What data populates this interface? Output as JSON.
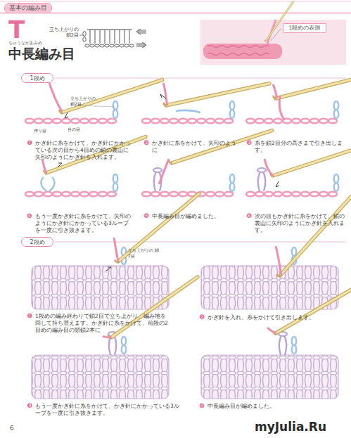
{
  "diagram": {
    "title": "中長編み目",
    "nodes": [
      {
        "text": [
          "基本の編み目"
        ]
      },
      {
        "text": [
          "1段めの表側"
        ]
      },
      {
        "text": [
          "1段め"
        ]
      },
      {
        "text": [
          "2段め"
        ]
      }
    ],
    "labels": [
      "T",
      "ちゅうながあみめ",
      "立ち上がりの 鎖2目",
      "立ち上がりの 鎖2目",
      "作り目",
      "台の目",
      "❶",
      "かぎ針に糸をかけて、かぎ針にかかっている次の目から4目めの鎖の裏山に矢印のようにかぎ針を入れます。",
      "❷",
      "かぎ針に糸をかけて、矢印のように",
      "❸",
      "糸を鎖2目分の高さまで引き出します。",
      "❹",
      "もう一度かぎ針に糸をかけて、矢印のようにかぎ針にかかっている3ループを一度に引き抜きます。",
      "❺",
      "中長編み目が編めました。",
      "❻",
      "次の目もかぎ針に糸をかけて、鎖の裏山に矢印のようにかぎ針を入れます。",
      "立ち上がりの 鎖2目",
      "❶",
      "1段めの編み終わりで鎖2目で立ち上がり、編み地を回して持ち替えます。かぎ針に糸をかけて、前段の2目めの編み目の頭鎖2本に",
      "❷",
      "かぎ針を入れ、糸をかけて引き出します。",
      "❸",
      "もう一度かぎ針に糸をかけて、かぎ針にかかっている3ループを一度に引き抜きます。",
      "❹",
      "中長編み目が編めました。",
      "6",
      "myJulia.Ru"
    ]
  }
}
